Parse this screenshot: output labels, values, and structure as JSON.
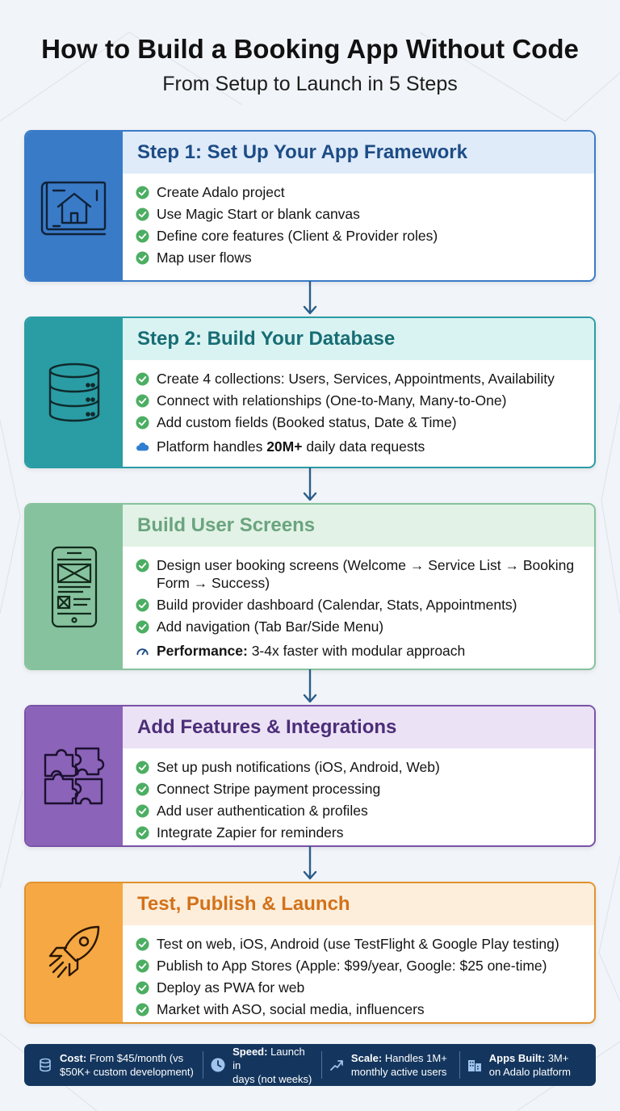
{
  "title": "How to Build a Booking App Without Code",
  "subtitle": "From Setup to Launch in 5 Steps",
  "colors": {
    "step1": "#3a7bc8",
    "step2": "#2a9ca4",
    "step3": "#86c29d",
    "step4": "#8b63b8",
    "step5": "#f5a843",
    "check": "#4cae62",
    "footer": "#14365e"
  },
  "steps": [
    {
      "heading": "Step 1: Set Up Your App Framework",
      "icon": "blueprint-house-icon",
      "items": [
        "Create Adalo project",
        "Use Magic Start or blank canvas",
        "Define core features (Client & Provider roles)",
        "Map user flows"
      ]
    },
    {
      "heading": "Step 2: Build Your Database",
      "icon": "database-icon",
      "items": [
        "Create 4 collections: Users, Services, Appointments, Availability",
        "Connect with relationships (One-to-Many, Many-to-One)",
        "Add custom fields (Booked status, Date & Time)"
      ],
      "note_pre": "Platform handles ",
      "note_strong": "20M+",
      "note_post": " daily data requests",
      "note_icon": "cloud-icon"
    },
    {
      "heading": "Build User Screens",
      "icon": "mobile-wireframe-icon",
      "items": [
        "Design user booking screens (Welcome → Service List → Booking Form → Success)",
        "Build provider dashboard (Calendar, Stats, Appointments)",
        "Add navigation (Tab Bar/Side Menu)"
      ],
      "note_strong": "Performance:",
      "note_post": " 3-4x faster with modular approach",
      "note_icon": "speedometer-icon"
    },
    {
      "heading": "Add Features & Integrations",
      "icon": "puzzle-icon",
      "items": [
        "Set up push notifications (iOS, Android, Web)",
        "Connect Stripe payment processing",
        "Add user authentication & profiles",
        "Integrate Zapier for reminders"
      ]
    },
    {
      "heading": "Test, Publish & Launch",
      "icon": "rocket-icon",
      "items": [
        "Test on web, iOS, Android (use TestFlight & Google Play testing)",
        "Publish to App Stores (Apple: $99/year, Google: $25 one-time)",
        "Deploy as PWA for web",
        "Market with ASO, social media, influencers"
      ]
    }
  ],
  "footer": [
    {
      "label": "Cost:",
      "line1": " From $45/month (vs",
      "line2": "$50K+ custom development)",
      "icon": "coins-icon"
    },
    {
      "label": "Speed:",
      "line1": " Launch in",
      "line2": "days (not weeks)",
      "icon": "clock-icon"
    },
    {
      "label": "Scale:",
      "line1": " Handles 1M+",
      "line2": "monthly active users",
      "icon": "trend-up-icon"
    },
    {
      "label": "Apps Built:",
      "line1": " 3M+",
      "line2": "on Adalo platform",
      "icon": "buildings-icon"
    }
  ]
}
